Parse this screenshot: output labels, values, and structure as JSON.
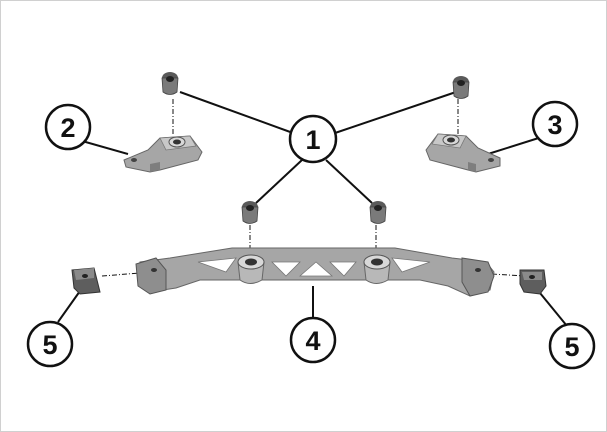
{
  "diagram": {
    "callouts": {
      "c1": "1",
      "c2": "2",
      "c3": "3",
      "c4": "4",
      "c5_left": "5",
      "c5_right": "5"
    },
    "colors": {
      "part_fill": "#a6a6a6",
      "part_dark": "#6e6e6e",
      "part_light": "#cfcfcf",
      "line": "#111111",
      "frame": "#cccccc"
    }
  }
}
